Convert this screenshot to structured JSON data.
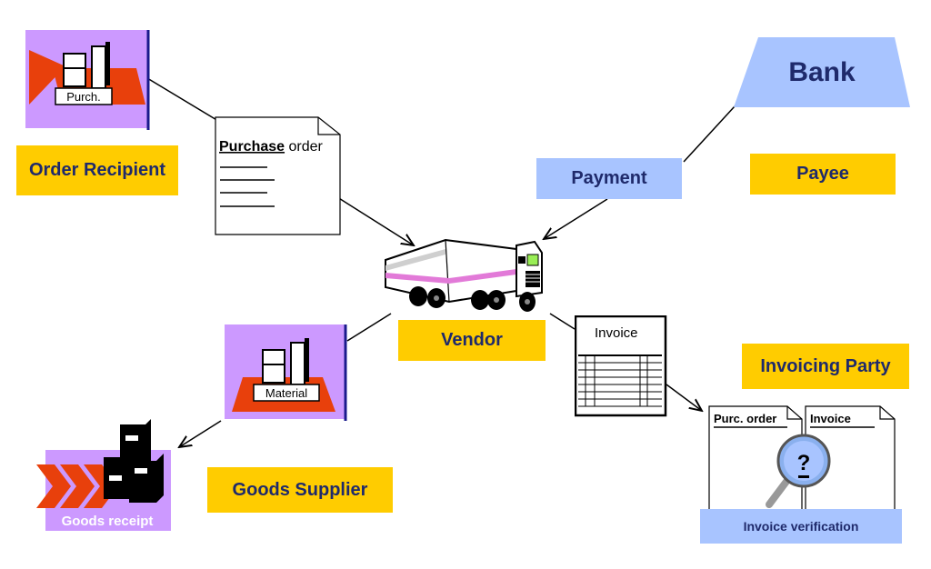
{
  "labels": {
    "order_recipient": "Order Recipient",
    "payment": "Payment",
    "payee": "Payee",
    "vendor": "Vendor",
    "invoicing_party": "Invoicing Party",
    "goods_supplier": "Goods Supplier",
    "invoice_verification": "Invoice verification",
    "bank": "Bank"
  },
  "documents": {
    "purchase_order_bold": "Purchase",
    "purchase_order_rest": " order",
    "invoice": "Invoice",
    "purc_order": "Purc. order",
    "invoice_small": "Invoice",
    "question_mark": "?"
  },
  "icons": {
    "purch_label": "Purch.",
    "material_label": "Material",
    "goods_receipt_label": "Goods receipt"
  },
  "colors": {
    "yellow": "#ffcc00",
    "light_blue": "#a8c4ff",
    "purple": "#cc99ff",
    "red": "#e8400c",
    "text_navy": "#1f2a6b"
  }
}
